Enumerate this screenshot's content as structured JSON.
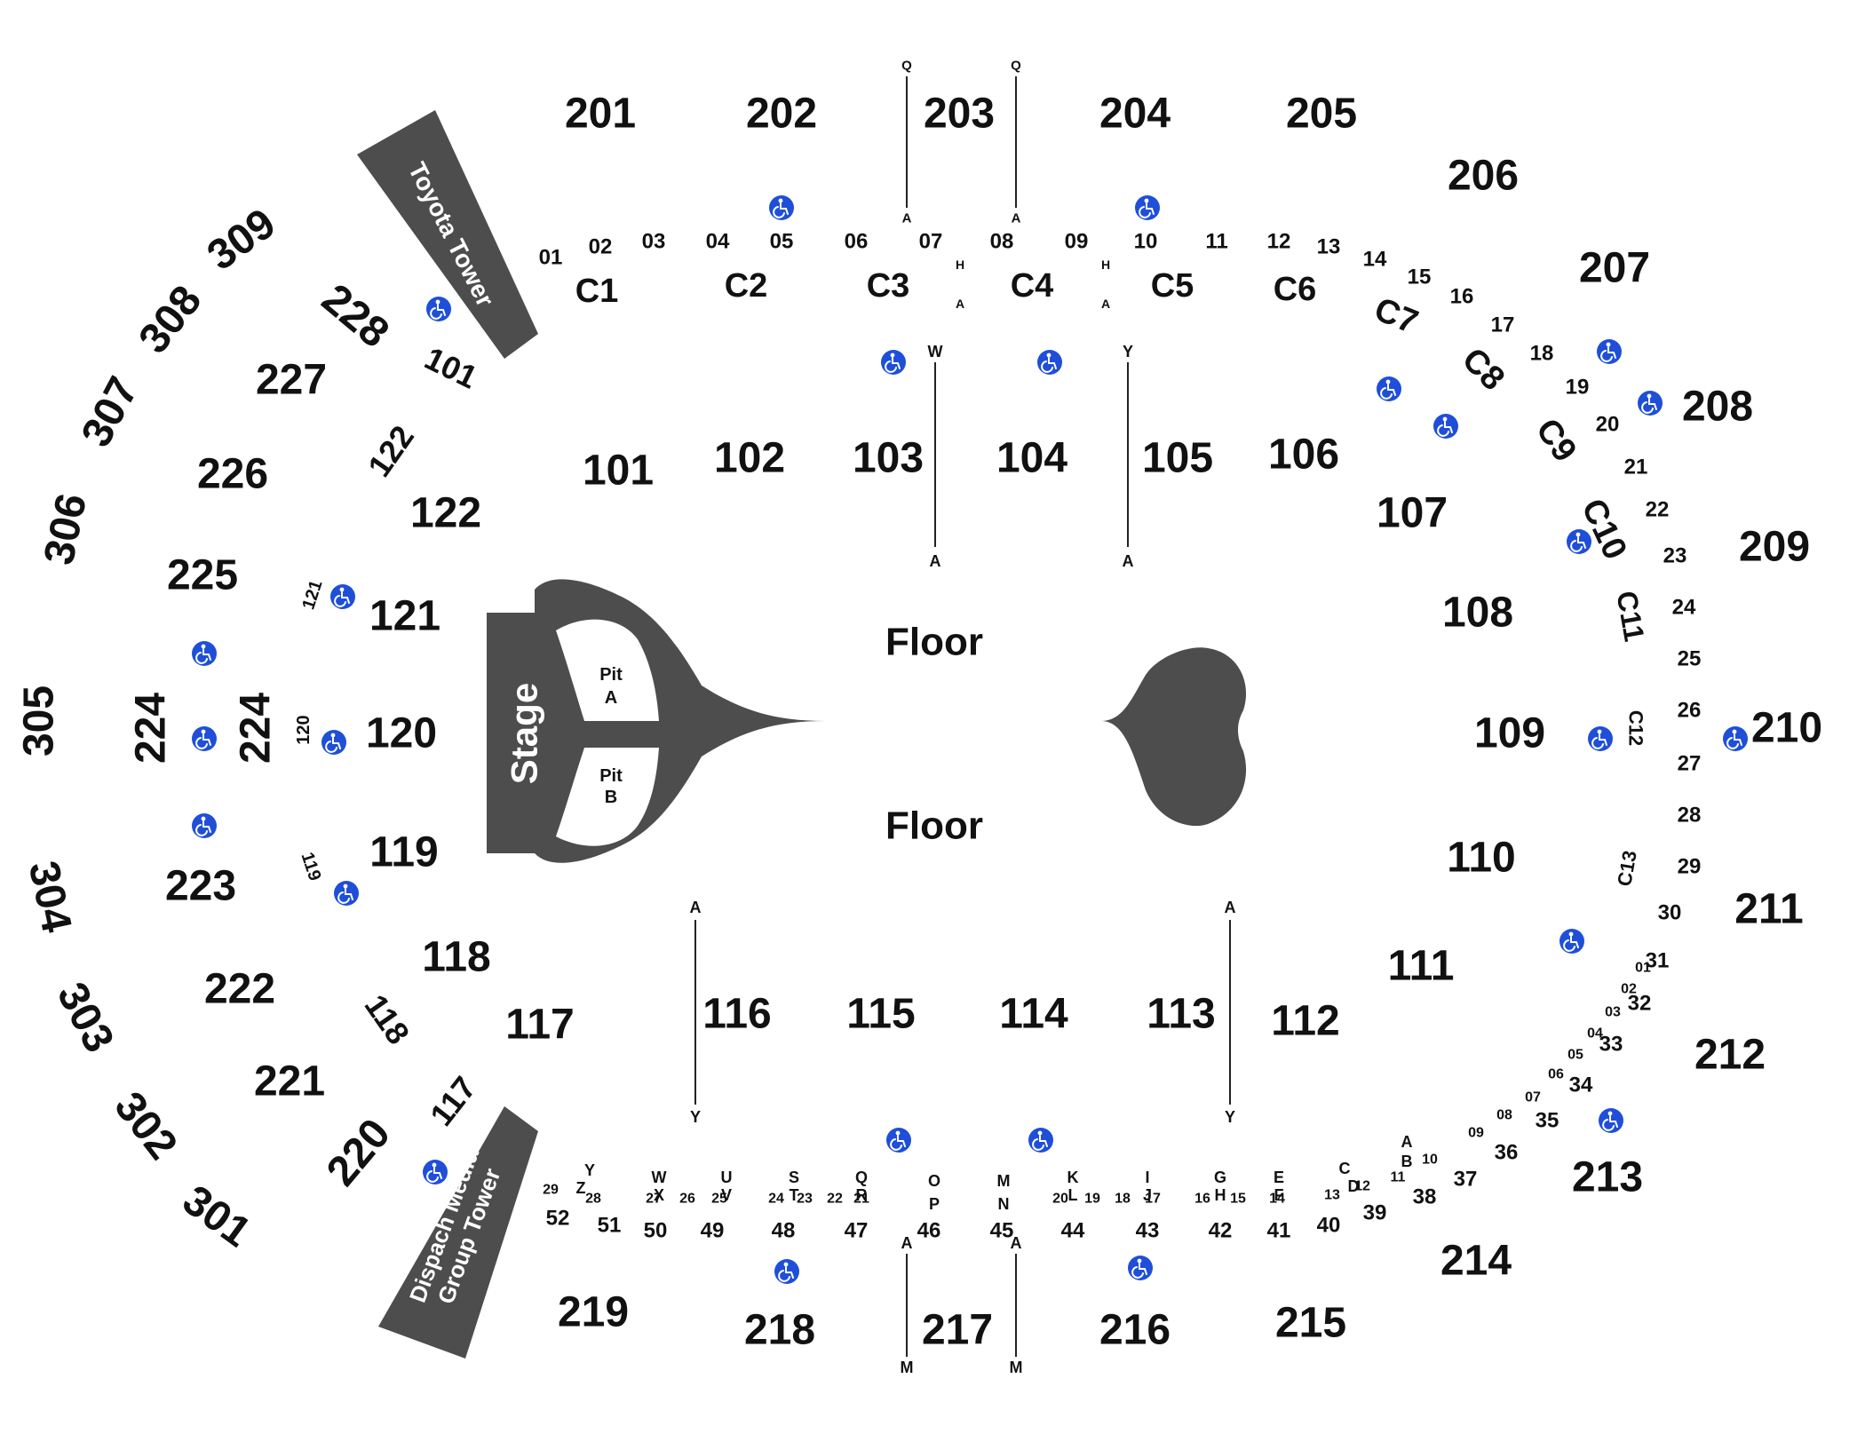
{
  "colors": {
    "shape": "#4d4d4d",
    "text": "#111111",
    "accessible": "#1f4fd8",
    "shape_text": "#ffffff",
    "background": "#ffffff"
  },
  "stage": {
    "label": "Stage",
    "pit_a": [
      "Pit",
      "A"
    ],
    "pit_b": [
      "Pit",
      "B"
    ]
  },
  "floor": {
    "label": "Floor"
  },
  "towers": {
    "toyota": "Toyota Tower",
    "dispatch": [
      "Dispach Media",
      "Group Tower"
    ]
  },
  "sections": {
    "s100": [
      "101",
      "102",
      "103",
      "104",
      "105",
      "106",
      "107",
      "108",
      "109",
      "110",
      "111",
      "112",
      "113",
      "114",
      "115",
      "116",
      "117",
      "118",
      "119",
      "120",
      "121",
      "122"
    ],
    "s200": [
      "201",
      "202",
      "203",
      "204",
      "205",
      "206",
      "207",
      "208",
      "209",
      "210",
      "211",
      "212",
      "213",
      "214",
      "215",
      "216",
      "217",
      "218",
      "219",
      "220",
      "221",
      "222",
      "223",
      "224",
      "224",
      "225",
      "226",
      "227",
      "228"
    ],
    "s300": [
      "301",
      "302",
      "303",
      "304",
      "305",
      "306",
      "307",
      "308",
      "309"
    ],
    "club": [
      "C1",
      "C2",
      "C3",
      "C4",
      "C5",
      "C6",
      "C7",
      "C8",
      "C9",
      "C10",
      "C11",
      "C12",
      "C13"
    ]
  },
  "seat_labels": {
    "top_boxes": [
      "01",
      "02",
      "03",
      "04",
      "05",
      "06",
      "07",
      "08",
      "09",
      "10",
      "11",
      "12",
      "13",
      "14",
      "15",
      "16",
      "17",
      "18",
      "19",
      "20",
      "21",
      "22",
      "23",
      "24",
      "25",
      "26",
      "27",
      "28",
      "29",
      "30",
      "31",
      "32",
      "33",
      "34",
      "35",
      "36",
      "37",
      "38",
      "39",
      "40",
      "41",
      "42",
      "43",
      "44",
      "45",
      "46",
      "47",
      "48",
      "49",
      "50",
      "51",
      "52"
    ],
    "small_boxes": [
      "01",
      "02",
      "03",
      "04",
      "05",
      "06",
      "07",
      "08",
      "09",
      "10",
      "11",
      "12",
      "13",
      "14",
      "15",
      "16",
      "17",
      "18",
      "19",
      "20",
      "21",
      "22",
      "23",
      "24",
      "25",
      "26",
      "27",
      "28",
      "29"
    ],
    "rows": [
      "Y",
      "Z",
      "W",
      "X",
      "U",
      "V",
      "S",
      "T",
      "Q",
      "R",
      "O",
      "P",
      "M",
      "N",
      "K",
      "L",
      "I",
      "J",
      "G",
      "H",
      "E",
      "F",
      "C",
      "D",
      "A",
      "B"
    ],
    "aisle_rows": [
      "Q",
      "A",
      "H",
      "W",
      "Y",
      "M"
    ],
    "side_labels": [
      "101",
      "122",
      "121",
      "120",
      "119",
      "118",
      "117"
    ]
  }
}
